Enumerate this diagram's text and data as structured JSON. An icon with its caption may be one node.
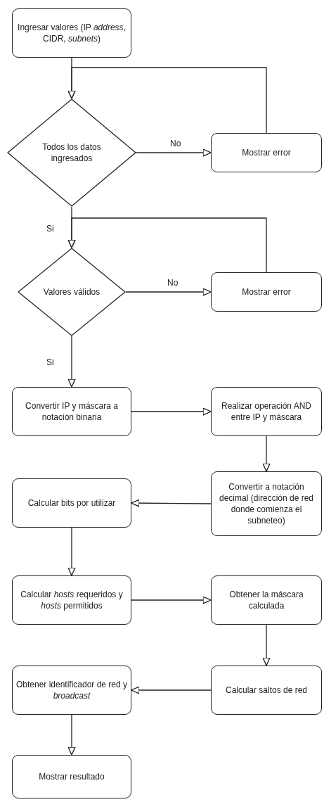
{
  "diagram": {
    "nodes": [
      {
        "text": [
          "Ingresar valores (IP *address*, CIDR, *subnets*)"
        ]
      },
      {
        "text": [
          "Todos los datos ingresados"
        ]
      },
      {
        "text": [
          "Mostrar error"
        ]
      },
      {
        "text": [
          "Valores válidos"
        ]
      },
      {
        "text": [
          "Mostrar error"
        ]
      },
      {
        "text": [
          "Convertir IP y máscara a notación binaria"
        ]
      },
      {
        "text": [
          "Realizar operación AND entre IP y máscara"
        ]
      },
      {
        "text": [
          "Convertir a notación decimal (dirección de red donde comienza el subneteo)"
        ]
      },
      {
        "text": [
          "Calcular bits por utilizar"
        ]
      },
      {
        "text": [
          "Calcular *hosts* requeridos y *hosts* permitidos"
        ]
      },
      {
        "text": [
          "Obtener la máscara calculada"
        ]
      },
      {
        "text": [
          "Calcular saltos de red"
        ]
      },
      {
        "text": [
          "Obtener identificador de red y *broadcast*"
        ]
      },
      {
        "text": [
          "Mostrar resultado"
        ]
      }
    ],
    "edges": [
      {
        "from": 0,
        "to": 1,
        "arrow": "to"
      },
      {
        "from": 1,
        "to": 2,
        "arrow": "to",
        "label": "No"
      },
      {
        "from": 2,
        "to": 1,
        "arrow": "to"
      },
      {
        "from": 1,
        "to": 3,
        "arrow": "to",
        "label": "Si"
      },
      {
        "from": 3,
        "to": 4,
        "arrow": "to",
        "label": "No"
      },
      {
        "from": 4,
        "to": 3,
        "arrow": "to"
      },
      {
        "from": 3,
        "to": 5,
        "arrow": "to",
        "label": "Si"
      },
      {
        "from": 5,
        "to": 6,
        "arrow": "to"
      },
      {
        "from": 6,
        "to": 7,
        "arrow": "to"
      },
      {
        "from": 7,
        "to": 8,
        "arrow": "to"
      },
      {
        "from": 8,
        "to": 9,
        "arrow": "to"
      },
      {
        "from": 9,
        "to": 10,
        "arrow": "to"
      },
      {
        "from": 10,
        "to": 11,
        "arrow": "to"
      },
      {
        "from": 11,
        "to": 12,
        "arrow": "to"
      },
      {
        "from": 12,
        "to": 13,
        "arrow": "to"
      }
    ]
  }
}
